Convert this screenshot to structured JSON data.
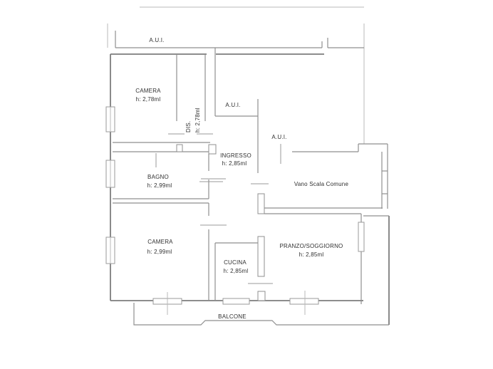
{
  "plan": {
    "annotations": {
      "aui_top": "A.U.I.",
      "aui_mid": "A.U.I.",
      "aui_entry": "A.U.I."
    },
    "rooms": {
      "camera_top": {
        "name": "CAMERA",
        "height": "h: 2,78ml"
      },
      "dis": {
        "name": "DIS.",
        "height": "h: 2,78ml"
      },
      "ingresso": {
        "name": "INGRESSO",
        "height": "h: 2,85ml"
      },
      "bagno": {
        "name": "BAGNO",
        "height": "h: 2,99ml"
      },
      "vano_scala": {
        "name": "Vano Scala Comune"
      },
      "camera_bottom": {
        "name": "CAMERA",
        "height": "h: 2,99ml"
      },
      "cucina": {
        "name": "CUCINA",
        "height": "h: 2,85ml"
      },
      "pranzo_soggiorno": {
        "name": "PRANZO/SOGGIORNO",
        "height": "h: 2,85ml"
      },
      "balcone": {
        "name": "BALCONE"
      }
    },
    "colors": {
      "wall": "#8f8f8f",
      "wall_outer": "#7d7d7d",
      "wall_light": "#b8b8b8",
      "text": "#303030",
      "background": "#ffffff"
    }
  }
}
